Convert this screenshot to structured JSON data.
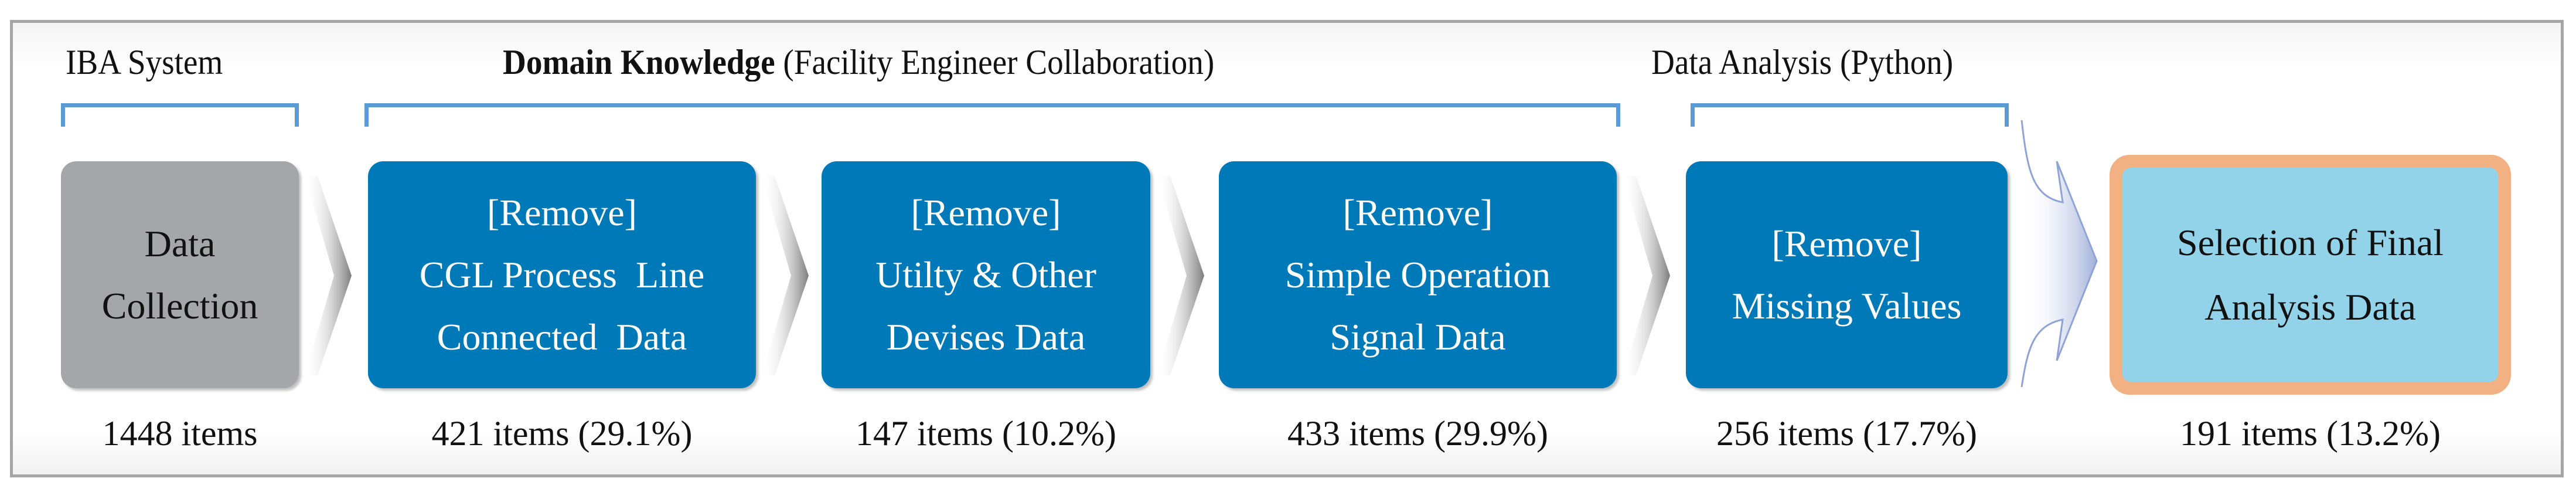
{
  "headers": {
    "iba": "IBA System",
    "domain_bold": "Domain Knowledge",
    "domain_rest": " (Facility Engineer Collaboration)",
    "analysis": "Data Analysis (Python)"
  },
  "steps": [
    {
      "lines": [
        "Data",
        "Collection"
      ],
      "count": "1448 items"
    },
    {
      "lines": [
        "[Remove]",
        "CGL Process  Line",
        "Connected  Data"
      ],
      "count": "421 items (29.1%)"
    },
    {
      "lines": [
        "[Remove]",
        "Utilty & Other",
        "Devises Data"
      ],
      "count": "147 items (10.2%)"
    },
    {
      "lines": [
        "[Remove]",
        "Simple Operation",
        "Signal Data"
      ],
      "count": "433 items (29.9%)"
    },
    {
      "lines": [
        "[Remove]",
        "Missing Values"
      ],
      "count": "256 items (17.7%)"
    },
    {
      "lines": [
        "Selection of Final",
        "Analysis Data"
      ],
      "count": "191 items (13.2%)"
    }
  ],
  "colors": {
    "step_blue": "#0079b8",
    "collection_gray": "#a5a6aa",
    "final_fill": "#93d3ea",
    "final_border": "#f2b183",
    "bracket": "#5b9bd5"
  }
}
